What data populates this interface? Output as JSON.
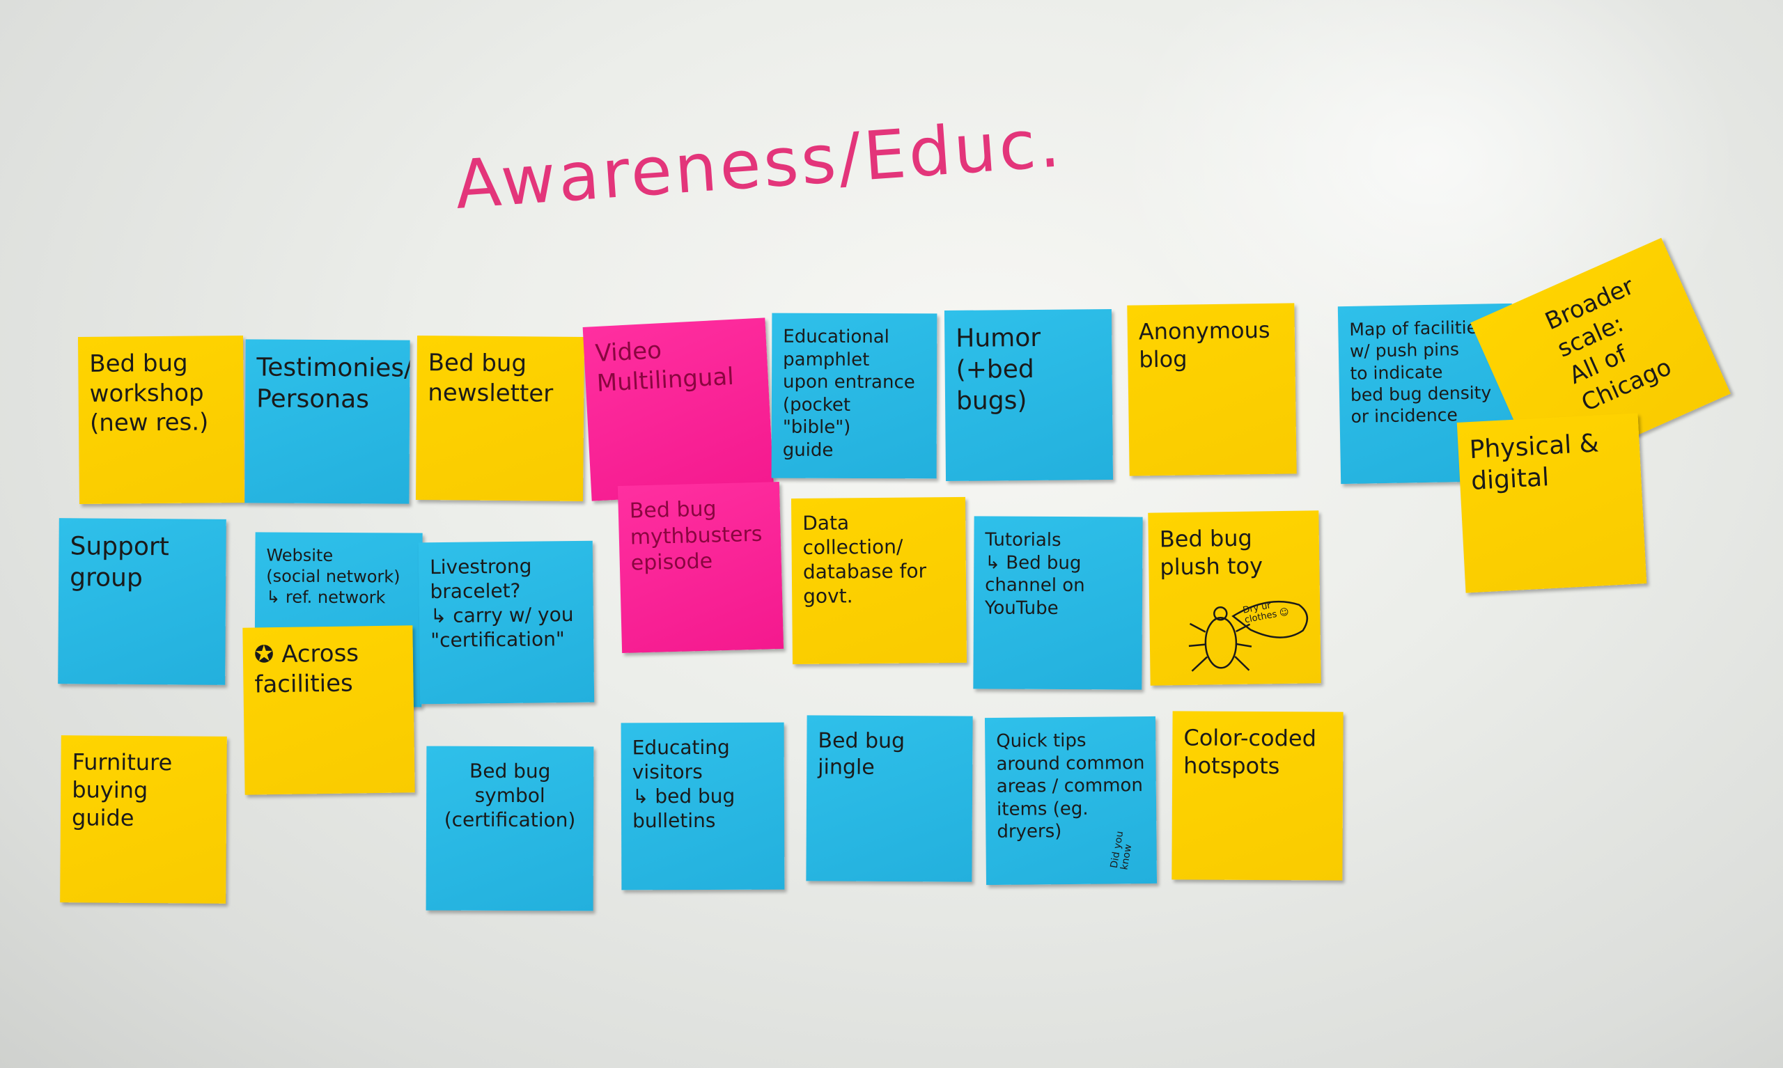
{
  "title": "Awareness/Educ.",
  "colors": {
    "title": "#e3357a",
    "yellow": "#ffd400",
    "blue": "#2fc0ea",
    "pink": "#ff2fa0"
  },
  "notes": {
    "workshop": "Bed bug\nworkshop\n(new res.)",
    "testimonies": "Testimonies/\nPersonas",
    "newsletter": "Bed bug\nnewsletter",
    "video": "Video\nMultilingual",
    "pamphlet": "Educational\npamphlet\nupon entrance\n(pocket\n\"bible\")\nguide",
    "humor": "Humor\n(+bed bugs)",
    "blog": "Anonymous\nblog",
    "map": "Map of facilities\nw/ push pins\nto indicate\nbed bug density\nor incidence",
    "broader": "Broader scale:\nAll of Chicago",
    "physical": "Physical &\ndigital",
    "support": "Support\ngroup",
    "website": "Website\n(social network)\n↳ ref. network",
    "across": "✪ Across\nfacilities",
    "livestrong": "Livestrong\nbracelet?\n↳ carry w/ you\n\"certification\"",
    "mythbusters": "Bed bug\nmythbusters\nepisode",
    "data": "Data collection/\ndatabase for\ngovt.",
    "tutorials": "Tutorials\n↳ Bed bug\nchannel on\nYouTube",
    "plush": "Bed bug\nplush toy",
    "plush_bubble": "Dry ur clothes ☺",
    "furniture": "Furniture\nbuying\nguide",
    "symbol": "Bed bug\nsymbol\n(certification)",
    "visitors": "Educating\nvisitors\n↳ bed bug\nbulletins",
    "jingle": "Bed bug\njingle",
    "tips": "Quick tips\naround common\nareas / common\nitems (eg.\ndryers)",
    "tips_side": "Did you\nknow",
    "color": "Color-coded\nhotspots"
  }
}
